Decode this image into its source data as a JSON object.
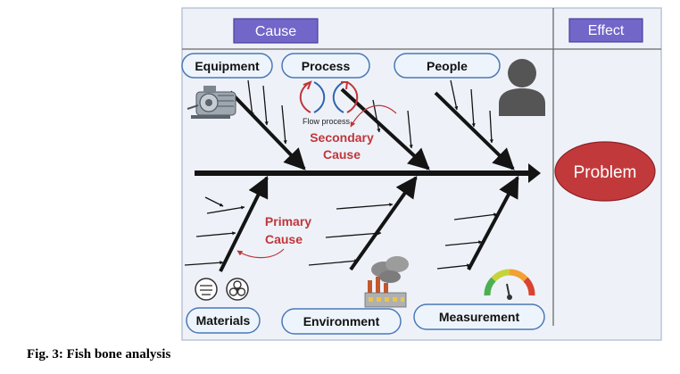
{
  "headers": {
    "cause": "Cause",
    "effect": "Effect"
  },
  "categories": {
    "equipment": "Equipment",
    "process": "Process",
    "people": "People",
    "materials": "Materials",
    "environment": "Environment",
    "measurement": "Measurement"
  },
  "annotations": {
    "flow_process": "Flow process",
    "secondary_line1": "Secondary",
    "secondary_line2": "Cause",
    "primary_line1": "Primary",
    "primary_line2": "Cause"
  },
  "effect_label": "Problem",
  "caption": "Fig. 3: Fish bone analysis",
  "colors": {
    "panel_bg": "#eef2f8",
    "panel_border": "#b9c6d8",
    "header_fill": "#7266c8",
    "header_border": "#4b3fa0",
    "pill_fill": "#eef4fb",
    "pill_border": "#4a78b8",
    "bone": "#141414",
    "red_text": "#c0363b",
    "problem_fill": "#c2393c",
    "divider": "#6a6a6a"
  },
  "icons": [
    "pump-icon",
    "flow-process-icon",
    "person-icon",
    "recycle-symbol-icon",
    "biohazard-icon",
    "factory-icon",
    "gauge-icon"
  ]
}
